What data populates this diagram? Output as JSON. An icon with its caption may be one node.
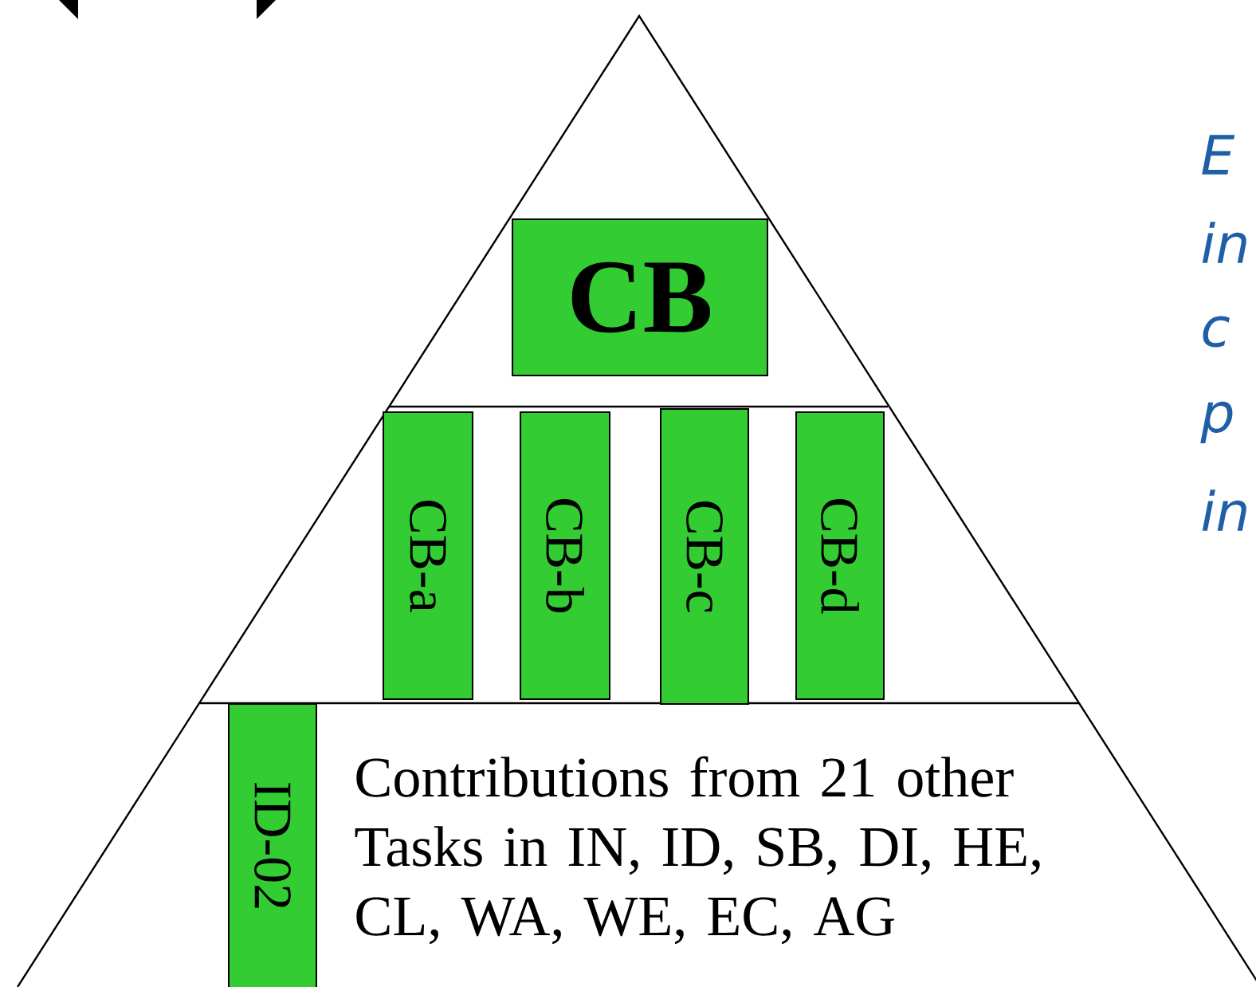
{
  "diagram": {
    "nodes": [
      {
        "text": [
          "CB"
        ]
      },
      {
        "text": [
          "CB-a"
        ]
      },
      {
        "text": [
          "CB-b"
        ]
      },
      {
        "text": [
          "CB-c"
        ]
      },
      {
        "text": [
          "CB-d"
        ]
      },
      {
        "text": [
          "ID-02"
        ]
      }
    ],
    "labels": [
      "Contributions from 21 other Tasks in IN, ID, SB, DI, HE, CL, WA, WE, EC, AG",
      "E",
      "in",
      "c",
      "p",
      "in"
    ]
  }
}
